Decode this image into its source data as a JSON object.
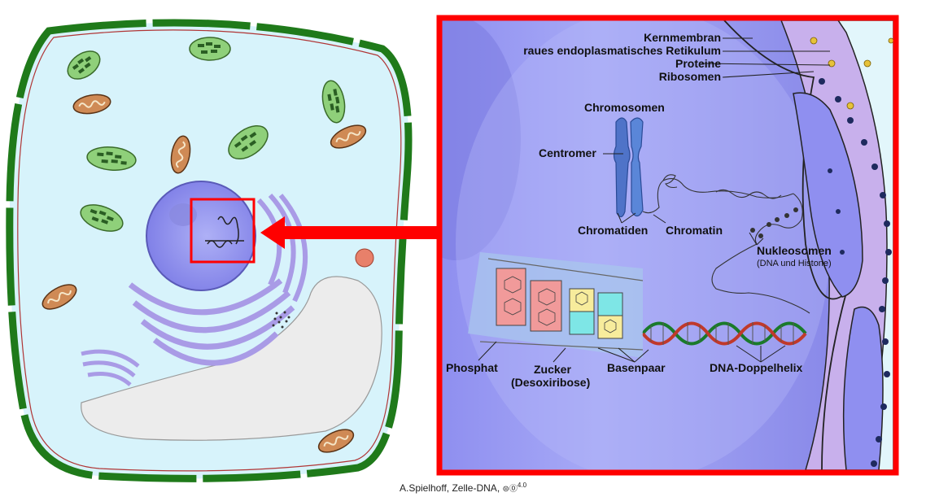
{
  "labels": {
    "kernmembran": "Kernmembran",
    "retikulum": "raues endoplasmatisches Retikulum",
    "proteine": "Proteine",
    "ribosomen": "Ribosomen",
    "chromosomen": "Chromosomen",
    "centromer": "Centromer",
    "chromatiden": "Chromatiden",
    "chromatin": "Chromatin",
    "nukleosomen": "Nukleosomen",
    "nukleosomen_sub": "(DNA und Histone)",
    "phosphat": "Phosphat",
    "zucker": "Zucker",
    "zucker_sub": "(Desoxiribose)",
    "basenpaar": "Basenpaar",
    "dna_doppelhelix": "DNA-Doppelhelix"
  },
  "credit": {
    "text": "A.Spielhoff, Zelle-DNA,",
    "license_icon": "cc-by-icon",
    "license_symbols": "⊜⓪",
    "license_version": "4.0"
  },
  "colors": {
    "cell_wall": "#1f7a1a",
    "cytoplasm": "#d7f3fb",
    "nucleus": "#9a9af0",
    "highlight_frame": "#ff0000",
    "vacuole": "#ececec",
    "chloroplast": "#8fd07a",
    "mitochondrion": "#cf8a55",
    "er": "#a99be6"
  }
}
